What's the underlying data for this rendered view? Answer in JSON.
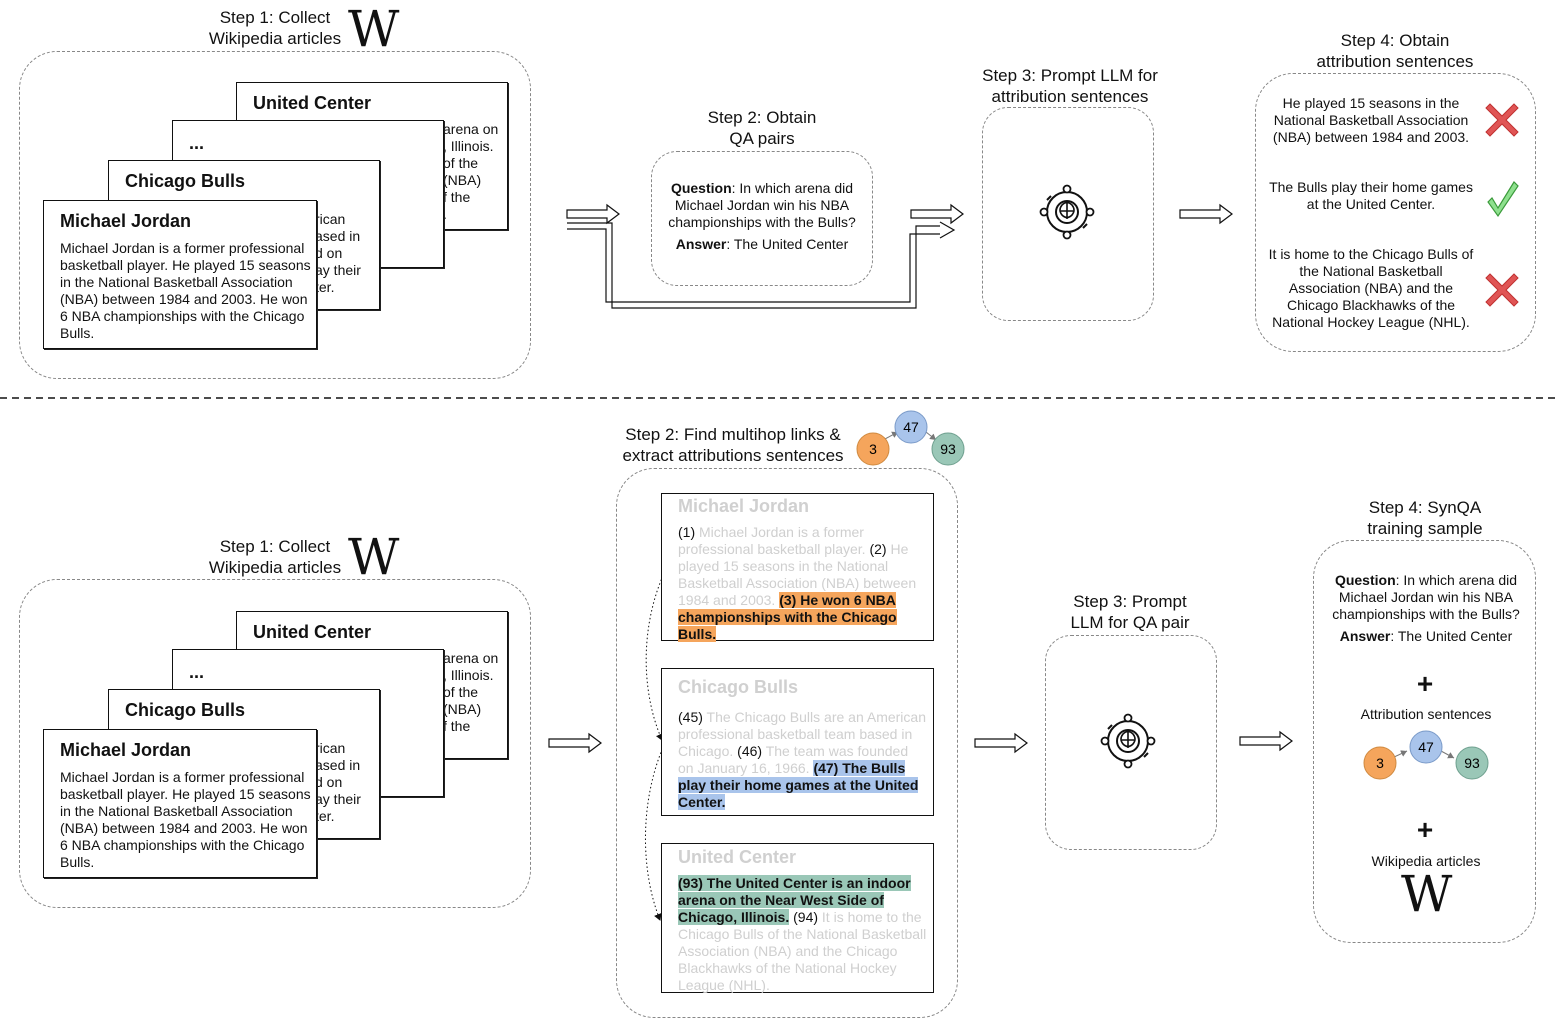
{
  "top": {
    "step1": {
      "line1": "Step 1: Collect",
      "line2": "Wikipedia articles",
      "logo": "W"
    },
    "cards": {
      "united_center": {
        "title": "United Center",
        "peek": [
          "arena on",
          ", Illinois.",
          "of the",
          "(NBA)",
          "f the",
          "."
        ]
      },
      "ellipsis": {
        "title": "..."
      },
      "chicago_bulls": {
        "title": "Chicago Bulls",
        "peek": [
          "rican",
          "ased in",
          "d on",
          "ay their",
          "ter."
        ]
      },
      "michael_jordan": {
        "title": "Michael Jordan",
        "body": "Michael Jordan is a former professional basketball player. He played 15 seasons in the National Basketball Association (NBA) between 1984 and 2003. He won 6 NBA championships with the Chicago Bulls."
      }
    },
    "step2": {
      "line1": "Step 2: Obtain",
      "line2": "QA pairs"
    },
    "qa": {
      "q_label": "Question",
      "q_text": ": In which arena did Michael Jordan win his NBA championships with the Bulls?",
      "a_label": "Answer",
      "a_text": ": The United Center"
    },
    "step3": {
      "line1": "Step 3: Prompt LLM for",
      "line2": "attribution sentences"
    },
    "step4": {
      "line1": "Step 4: Obtain",
      "line2": "attribution sentences"
    },
    "attributions": [
      {
        "text": "He played 15 seasons in the National Basketball Association (NBA) between 1984 and 2003.",
        "mark": "cross"
      },
      {
        "text": "The Bulls play their home games at the United Center.",
        "mark": "check"
      },
      {
        "text": "It is home to the Chicago Bulls of the National Basketball Association (NBA) and the Chicago Blackhawks of the National Hockey League (NHL).",
        "mark": "cross"
      }
    ]
  },
  "bottom": {
    "step1": {
      "line1": "Step 1: Collect",
      "line2": "Wikipedia articles",
      "logo": "W"
    },
    "step2": {
      "line1": "Step 2: Find multihop links &",
      "line2": "extract attributions sentences"
    },
    "nodes": [
      "3",
      "47",
      "93"
    ],
    "mj": {
      "title": "Michael Jordan",
      "n1": "(1)",
      "t1": " Michael Jordan is a former professional basketball player. ",
      "n2": "(2)",
      "t2": " He played 15 seasons in the National Basketball Association (NBA) between 1984 and 2003. ",
      "hl": "(3) He won 6 NBA championships with the Chicago Bulls."
    },
    "cb": {
      "title": "Chicago Bulls",
      "n1": "(45)",
      "t1": " The Chicago Bulls are an American professional basketball team based in Chicago. ",
      "n2": "(46)",
      "t2": " The team was founded on January 16, 1966. ",
      "hl": "(47) The Bulls play their home games at the United Center."
    },
    "uc": {
      "title": "United Center",
      "hl": "(93) The United Center is an indoor arena on the Near West Side of Chicago, Illinois.",
      "n2": " (94)",
      "t2": " It is home to the Chicago Bulls of the National Basketball Association (NBA) and the Chicago Blackhawks of the National Hockey League (NHL)."
    },
    "step3": {
      "line1": "Step 3: Prompt",
      "line2": "LLM for QA pair"
    },
    "step4": {
      "line1": "Step 4: SynQA",
      "line2": "training sample"
    },
    "sample": {
      "q_label": "Question",
      "q_text": ": In which arena did Michael Jordan win his NBA championships with the Bulls?",
      "a_label": "Answer",
      "a_text": ": The United Center",
      "plus": "+",
      "attr_label": "Attribution sentences",
      "wiki_label": "Wikipedia articles",
      "logo": "W"
    }
  },
  "colors": {
    "orange": "#f5a55c",
    "blue": "#a9c4eb",
    "green": "#9ac7b7",
    "llm_fill": "#e1d5e7",
    "llm_stroke": "#9673a6",
    "cross": "#e05555",
    "check": "#55c255"
  },
  "icons": [
    "wikipedia-logo",
    "brain-gear-icon",
    "cross-icon",
    "check-icon",
    "hollow-arrow-icon"
  ]
}
